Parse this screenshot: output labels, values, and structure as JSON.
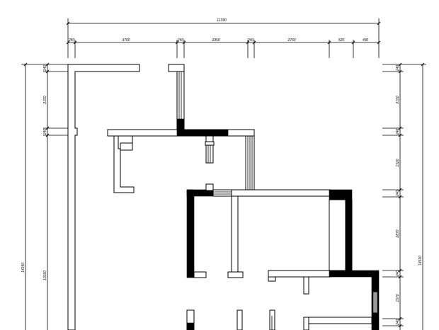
{
  "top_dims": {
    "overall": "11390",
    "segments": [
      "240",
      "3760",
      "240",
      "2350",
      "240",
      "2760",
      "520",
      "490"
    ]
  },
  "left_dims": {
    "overall": "14190",
    "segments": [
      "240",
      "2150",
      "240",
      "10160"
    ]
  },
  "right_dims": {
    "overall": "14530",
    "segments": [
      "240",
      "2150",
      "240",
      "1520",
      "240",
      "2870",
      "240",
      "1570",
      "240"
    ]
  }
}
